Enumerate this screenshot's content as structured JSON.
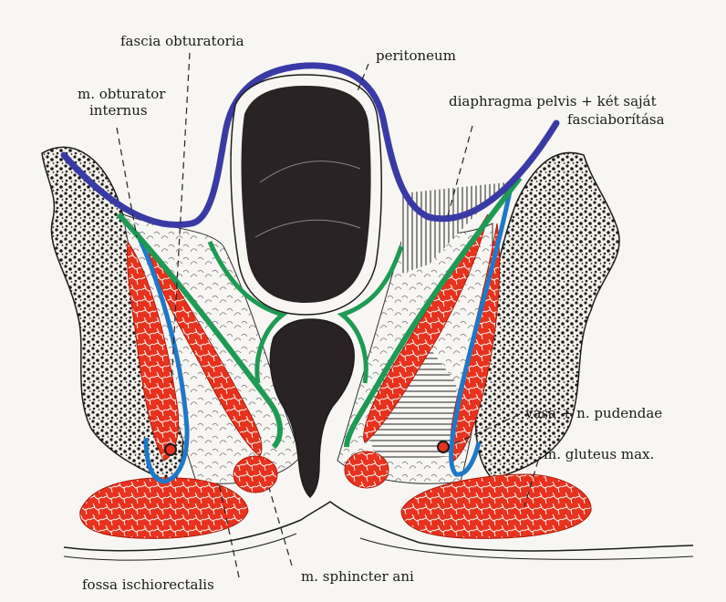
{
  "labels": {
    "fascia_obturatoria": "fascia obturatoria",
    "peritoneum": "peritoneum",
    "m_obturator_internus_line1": "m. obturator",
    "m_obturator_internus_line2": "internus",
    "diaphragma_line1": "diaphragma pelvis + két saját",
    "diaphragma_line2": "fasciaborítása",
    "vasa_pudendae": "vasa + n. pudendae",
    "gluteus_max": "m. gluteus max.",
    "fossa_ischiorectalis": "fossa ischiorectalis",
    "sphincter_ani": "m. sphincter ani"
  },
  "colors": {
    "background": "#f7f6f2",
    "peritoneum": "#3a3aa6",
    "fascia_obturatoria": "#1f78c8",
    "diaphragma_fascia": "#1f9a55",
    "muscle": "#e8321e",
    "organ": "#2a2326",
    "bone": "#1c1c1c"
  }
}
